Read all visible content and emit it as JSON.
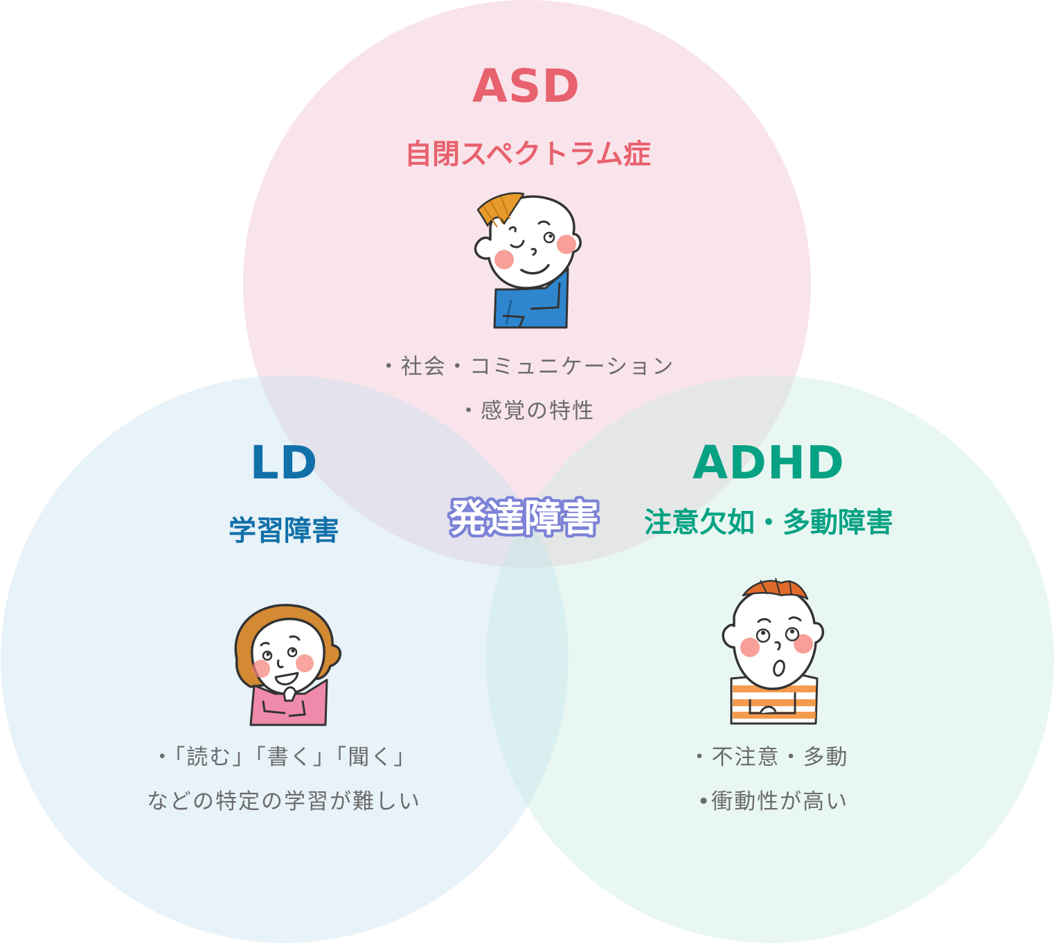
{
  "diagram": {
    "type": "venn",
    "center_label": "発達障害",
    "colors": {
      "center_label_fill": "#ffffff",
      "center_label_outline": "#7b82d6",
      "description_text": "#6b6b6b"
    },
    "sets": [
      {
        "id": "asd",
        "acronym": "ASD",
        "full_name": "自閉スペクトラム症",
        "description_lines": [
          "・社会・コミュニケーション",
          "・感覚の特性"
        ],
        "color": "#e8616e",
        "circle_fill": "#f7dbe5",
        "character": "boy-blue-shirt-winking"
      },
      {
        "id": "ld",
        "acronym": "LD",
        "full_name": "学習障害",
        "description_lines": [
          "・「読む」「書く」「聞く」",
          "などの特定の学習が難しい"
        ],
        "color": "#1170a9",
        "circle_fill": "#dcebf6",
        "character": "girl-pink-shirt-smiling"
      },
      {
        "id": "adhd",
        "acronym": "ADHD",
        "full_name": "注意欠如・多動障害",
        "description_lines": [
          "・不注意・多動",
          "•衝動性が高い"
        ],
        "color": "#06a283",
        "circle_fill": "#dff3ee",
        "character": "boy-orange-striped-shirt-surprised"
      }
    ]
  }
}
